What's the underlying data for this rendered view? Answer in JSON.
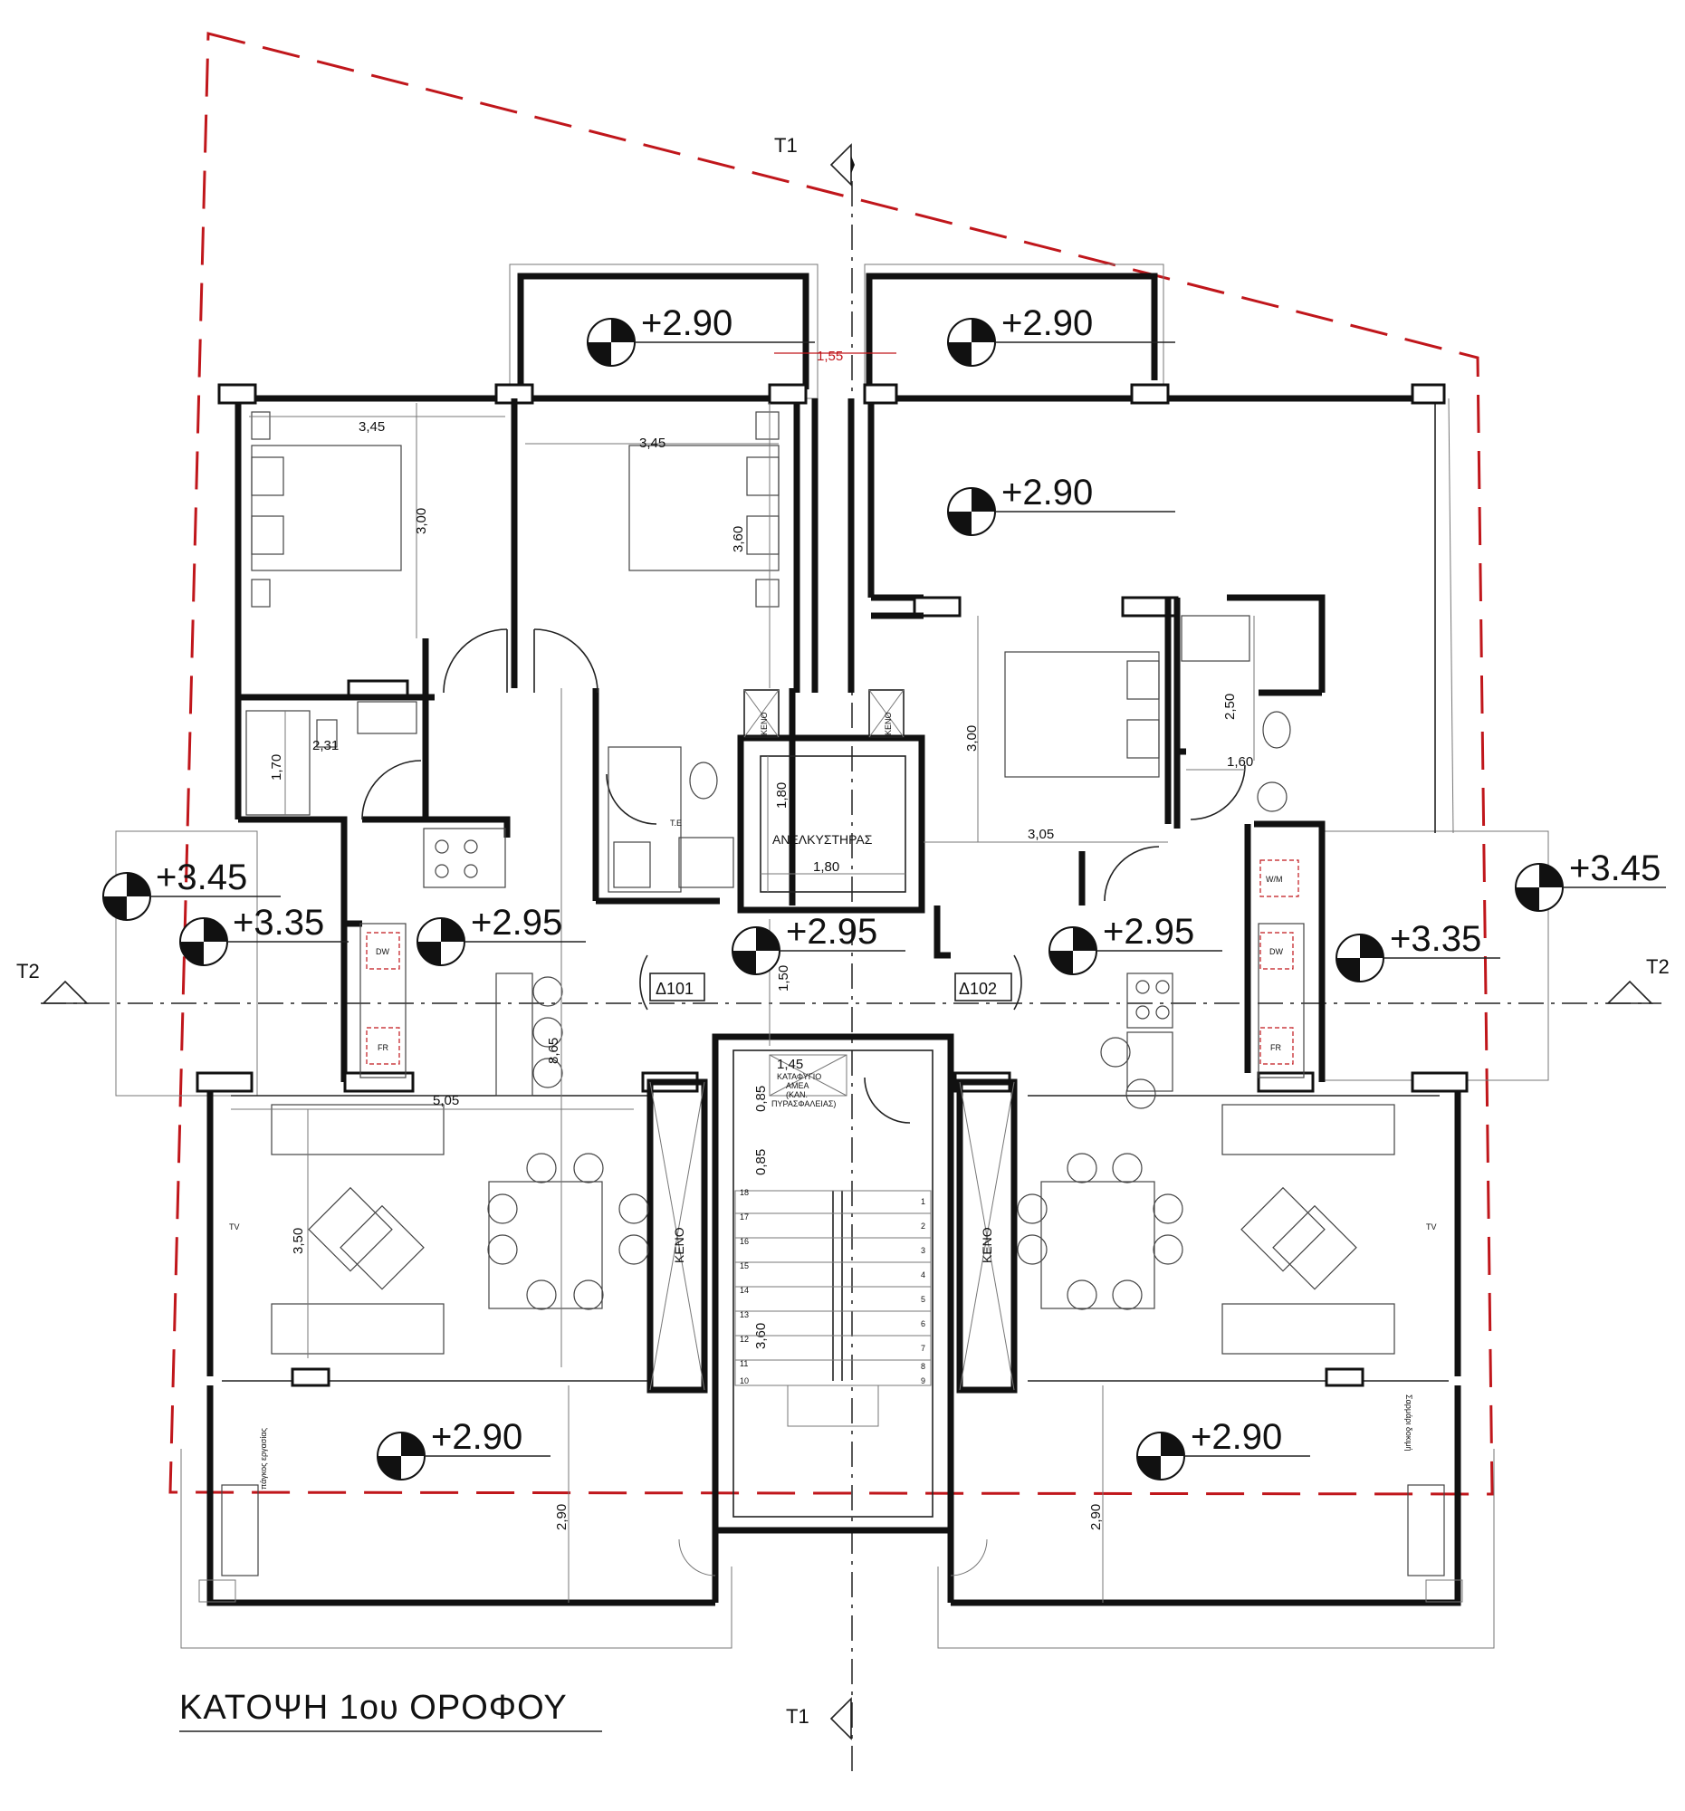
{
  "drawing": {
    "title": "ΚΑΤΟΨΗ 1ου ΟΡΟΦΟΥ",
    "section_markers": {
      "t1_top": "T1",
      "t1_bottom": "T1",
      "t2_left": "T2",
      "t2_right": "T2"
    },
    "levels": {
      "balcony_top_left": "+2.90",
      "balcony_top_right": "+2.90",
      "terrace_right": "+2.90",
      "left_outer_high": "+3.45",
      "left_outer_low": "+3.35",
      "apt_left_floor": "+2.95",
      "corridor": "+2.95",
      "apt_right_floor": "+2.95",
      "right_outer_high": "+3.45",
      "right_outer_low": "+3.35",
      "balcony_bottom_left": "+2.90",
      "balcony_bottom_right": "+2.90"
    },
    "dimensions": {
      "balcony_gap": "1,55",
      "bed1_width": "3,45",
      "bed1_depth": "3,00",
      "bed2_width": "3,45",
      "bed2_depth": "3,60",
      "bath_left_width": "2,31",
      "bath_left_depth": "1,70",
      "elevator_depth": "1,80",
      "elevator_width": "1,80",
      "bed3_depth": "3,00",
      "bed3_width": "3,05",
      "bath_right_depth": "2,50",
      "bath_right_width": "1,60",
      "corridor_depth": "1,50",
      "living_length": "8,65",
      "living_width": "5,05",
      "living_depth": "3,50",
      "shelter_width": "1,45",
      "shelter_depth": "0,85",
      "stair_landing": "0,85",
      "stair_run": "3,60",
      "balcony_left_depth": "2,90",
      "balcony_right_depth": "2,90"
    },
    "rooms": {
      "elevator": "ΑΝΕΛΚΥΣΤΗΡΑΣ",
      "apt_left": "Δ101",
      "apt_right": "Δ102",
      "void_1": "ΚΕΝΟ",
      "void_2": "ΚΕΝΟ",
      "void_3": "ΚΕΝΟ",
      "void_4": "ΚΕΝΟ",
      "wc_label": "Τ.Ε",
      "shelter_1": "ΚΑΤΑΦΥΓΙΟ",
      "shelter_2": "ΑΜΕΑ",
      "shelter_3": "(ΚΑΝ.",
      "shelter_4": "ΠΥΡΑΣΦΑΛΕΙΑΣ)",
      "tv_left": "TV",
      "tv_right": "TV",
      "dw_left": "DW",
      "dw_right": "DW",
      "fr_left": "FR",
      "fr_right": "FR",
      "wm": "W/M",
      "bench_left": "πάγκος εργασίας",
      "bench_right": "Σαρμάρι δοκιμή"
    },
    "stair_steps_left": [
      "18",
      "17",
      "16",
      "15",
      "14",
      "13",
      "12",
      "11",
      "10"
    ],
    "stair_steps_right": [
      "1",
      "2",
      "3",
      "4",
      "5",
      "6",
      "7",
      "8",
      "9"
    ]
  }
}
